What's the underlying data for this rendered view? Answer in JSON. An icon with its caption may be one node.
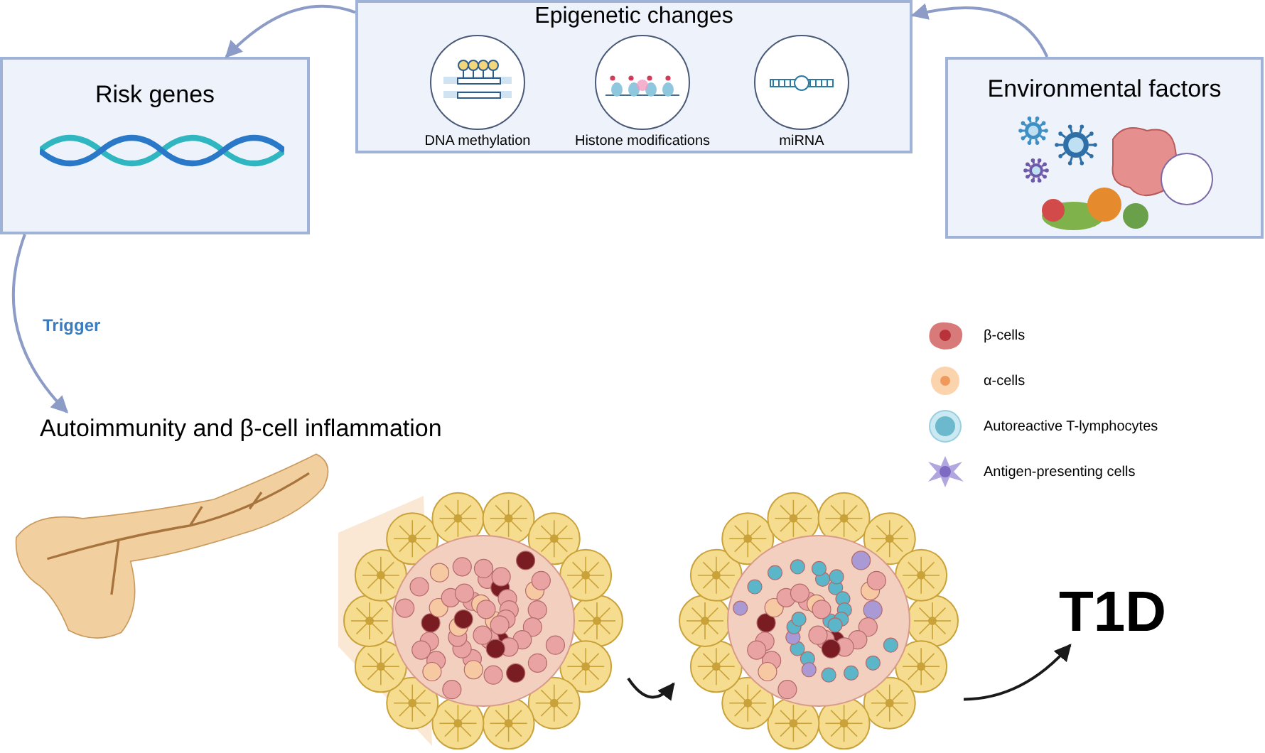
{
  "diagram": {
    "nodes": [
      {
        "text": [
          "Epigenetic changes"
        ]
      },
      {
        "text": [
          "DNA methylation"
        ],
        "in": 0
      },
      {
        "text": [
          "Histone modifications"
        ],
        "in": 0
      },
      {
        "text": [
          "miRNA"
        ],
        "in": 0
      },
      {
        "text": [
          "Risk genes"
        ]
      },
      {
        "text": [
          "Environmental factors"
        ]
      },
      {
        "text": [
          "Autoimmunity and β-cell inflammation"
        ]
      },
      {
        "text": [],
        "shape": "picture"
      },
      {
        "text": [],
        "shape": "picture"
      },
      {
        "text": [],
        "shape": "picture"
      },
      {
        "text": [
          "T1D"
        ]
      }
    ],
    "edges": [
      {
        "from": 0,
        "to": 4,
        "arrow": "to"
      },
      {
        "from": 5,
        "to": 0,
        "arrow": "to"
      },
      {
        "from": 4,
        "to": 6,
        "arrow": "to",
        "label": "Trigger"
      },
      {
        "from": 8,
        "to": 9,
        "arrow": "to",
        "color": "#1a1a1a"
      },
      {
        "from": 9,
        "to": 10,
        "arrow": "to",
        "color": "#1a1a1a"
      }
    ],
    "legend": [
      {
        "text": "β-cells"
      },
      {
        "text": "α-cells"
      },
      {
        "text": "Autoreactive T-lymphocytes"
      },
      {
        "text": "Antigen-presenting cells"
      }
    ]
  }
}
